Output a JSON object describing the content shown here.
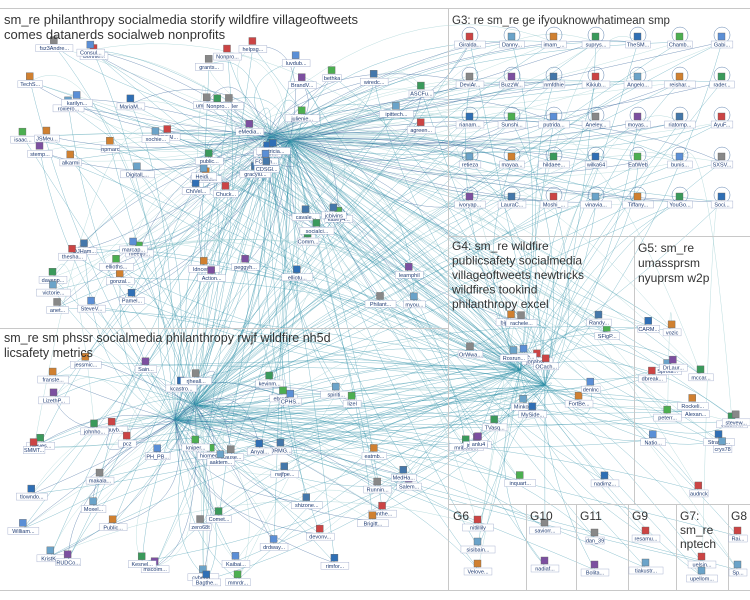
{
  "colors": {
    "edge_main": "#2f8fa8",
    "edge_light": "#8fc7c9",
    "edge_dark": "#1a4d8c",
    "box_border": "#c8c8c8",
    "label_text": "#1f3b73"
  },
  "groups": [
    {
      "id": "g1",
      "lines": [
        "sm_re philanthropy socialmedia storify wildfire villageoftweets",
        "comes datanerds socialweb nonprofits"
      ]
    },
    {
      "id": "g2",
      "lines": [
        "sm_re sm phssr socialmedia philanthropy rwjf wildfire nh5d",
        "licsafety metrics"
      ]
    },
    {
      "id": "g3",
      "lines": [
        "G3: re sm_re ge ifyouknowwhatimean smp"
      ]
    },
    {
      "id": "g4",
      "lines": [
        "G4: sm_re wildfire",
        "publicsafety socialmedia",
        "villageoftweets newtricks",
        "wildfires tookind",
        "philanthropy excel"
      ]
    },
    {
      "id": "g5",
      "lines": [
        "G5: sm_re",
        "umassprsm",
        "nyuprsm w2p"
      ]
    },
    {
      "id": "g6",
      "lines": [
        "G6"
      ]
    },
    {
      "id": "g10",
      "lines": [
        "G10"
      ]
    },
    {
      "id": "g11",
      "lines": [
        "G11"
      ]
    },
    {
      "id": "g9",
      "lines": [
        "G9"
      ]
    },
    {
      "id": "g7",
      "lines": [
        "G7:",
        "sm_re",
        "nptech"
      ]
    },
    {
      "id": "g8",
      "lines": [
        "G8"
      ]
    }
  ],
  "nodes": {
    "g1": [
      "Chuck...",
      "roxiero...",
      "Greenli...",
      "davenp...",
      "smalln...",
      "meetjo...",
      "luvdub...",
      "lrdisller",
      "BrandV...",
      "gracylu...",
      "Bonnie...",
      "myou...",
      "alkarmi",
      "ASCFu...",
      "ChiVel...",
      "julienie...",
      "SteveV...",
      "umihan...",
      "eMedia...",
      "DJHam...",
      "FECAI...",
      "victorie...",
      "gonzal...",
      "Nonpro...",
      "patricia...",
      "kasey4...",
      "karilyn...",
      "grants...",
      "stemp...",
      "cavale...",
      "agreen...",
      "Heidi...",
      "ldncent...",
      "public...",
      "MariaM...",
      "bethka",
      "marcap...",
      "Philant...",
      "learnphil",
      "jcbivins",
      "helpsg...",
      "xochie...",
      "npmarc",
      "Comm...",
      "Pamel...",
      "isaac...",
      "FCSan...",
      "anet...",
      "Action...",
      "CDSGl...",
      "thesha...",
      "ipittech...",
      "TechS...",
      "socialci...",
      "elliotu...",
      "ellioths...",
      "Consul...",
      "fsz3Andre...",
      "peggyh...",
      "wiredc...",
      "Nonpro...",
      "DigitalL...",
      "JSMeu..."
    ],
    "g2": [
      "briguyb...",
      "spiriti...",
      "jessmic...",
      "kevinm...",
      "kcastro...",
      "hiomed...",
      "William...",
      "zero68t",
      "mscoim...",
      "shizone...",
      "pcz",
      "KristK...",
      "franste...",
      "johnho...",
      "tlowndo...",
      "kniper...",
      "Kaibai...",
      "Cause...",
      "RUDCo...",
      "rwjfpe...",
      "lonthe...",
      "cyberlo...",
      "eatmb...",
      "Comet...",
      "rimfor...",
      "mmrdr...",
      "drdway...",
      "rjheall...",
      "Salem...",
      "DRMG...",
      "devonv...",
      "aaktem...",
      "Brigitt...",
      "Nieves...",
      "Bagthe...",
      "ebroth...",
      "CPHS...",
      "makala...",
      "Sain...",
      "MedHa...",
      "SMMT...",
      "Moxel...",
      "Public...",
      "Kesnel...",
      "Anyal...",
      "lizel",
      "PH_PB...",
      "Runnin...",
      "LizethP..."
    ],
    "g3": [
      "Giralda...",
      "Danny...",
      "imam_...",
      "suprys...",
      "TheSM...",
      "Chamb...",
      "Gabi...",
      "DeviAr...",
      "BuzzW...",
      "nmfdhie",
      "Kikiub...",
      "Angelo...",
      "reishar...",
      "rader...",
      "rianam...",
      "Sunshi...",
      "putrida...",
      "Aneley...",
      "moyas...",
      "riatomp...",
      "AyuF...",
      "retieza",
      "mayaa...",
      "hildaee...",
      "wilka64",
      "EatWeb",
      "bunis...",
      "SXSV...",
      "ivoryap...",
      "LauraC...",
      "Moshi_...",
      "vinavia...",
      "Tiffany...",
      "YouGo...",
      "Soci..."
    ],
    "g4": [
      "jonahsl...",
      "Minko...",
      "biplach...",
      "mribelle...",
      "MySide...",
      "SFigP...",
      "smoke...",
      "rachele...",
      "jmferroni",
      "Randy...",
      "OCach...",
      "Rosrun...",
      "FortBe...",
      "TVasq...",
      "nadimz...",
      "inquart...",
      "denlnc",
      "OrWwa...",
      "anlu4"
    ],
    "g5": [
      "audnck",
      "Sprout...",
      "vozic",
      "JustinF...",
      "Strateg...",
      "peterr...",
      "Natio...",
      "stevew...",
      "DrLaur...",
      "Alexan...",
      "dbreak...",
      "crys78",
      "Rockeli...",
      "mccar...",
      "CARM..."
    ],
    "g6": [
      "nitlillily",
      "sisibain...",
      "Velove..."
    ],
    "g10": [
      "saviorr...",
      "nadiaf..."
    ],
    "g11": [
      "dan_39",
      "Bolita..."
    ],
    "g9": [
      "resamu...",
      "tiakustr..."
    ],
    "g7": [
      "uelsin...",
      "upellom..."
    ],
    "g8": [
      "Rai...",
      "Sp..."
    ]
  }
}
